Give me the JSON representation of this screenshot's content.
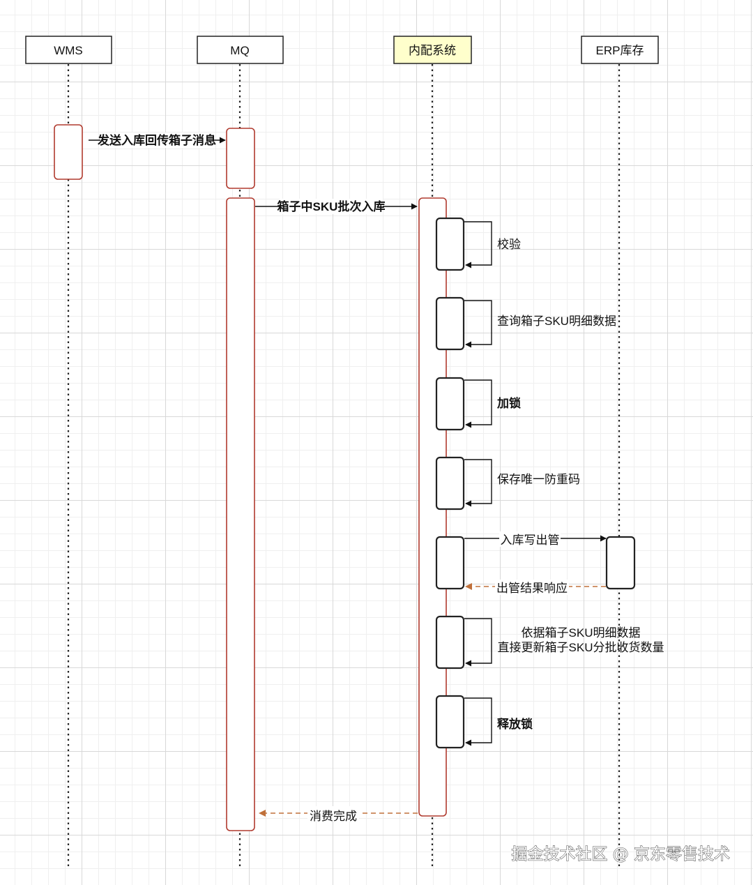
{
  "participants": [
    {
      "label": "WMS"
    },
    {
      "label": "MQ"
    },
    {
      "label": "内配系统",
      "fill": "#ffffcc"
    },
    {
      "label": "ERP库存"
    }
  ],
  "messages": [
    {
      "label": "发送入库回传箱子消息",
      "style": "solid"
    },
    {
      "label": "箱子中SKU批次入库",
      "style": "solid"
    },
    {
      "label": "校验",
      "style": "self"
    },
    {
      "label": "查询箱子SKU明细数据",
      "style": "self"
    },
    {
      "label": "加锁",
      "style": "self",
      "color": "#d9534f"
    },
    {
      "label": "保存唯一防重码",
      "style": "self"
    },
    {
      "label": "入库写出管",
      "style": "solid"
    },
    {
      "label": "出管结果响应",
      "style": "dashed-return"
    },
    {
      "label_lines": [
        "依据箱子SKU明细数据",
        "直接更新箱子SKU分批收货数量"
      ],
      "style": "self"
    },
    {
      "label": "释放锁",
      "style": "self",
      "color": "#d9534f"
    },
    {
      "label": "消费完成",
      "style": "dashed-return"
    }
  ],
  "colors": {
    "activation_red": "#b03a2e",
    "activation_black": "#222222",
    "return_arrow": "#c0703a",
    "highlight_text": "#d9534f"
  },
  "watermark": "掘金技术社区 @ 京东零售技术"
}
